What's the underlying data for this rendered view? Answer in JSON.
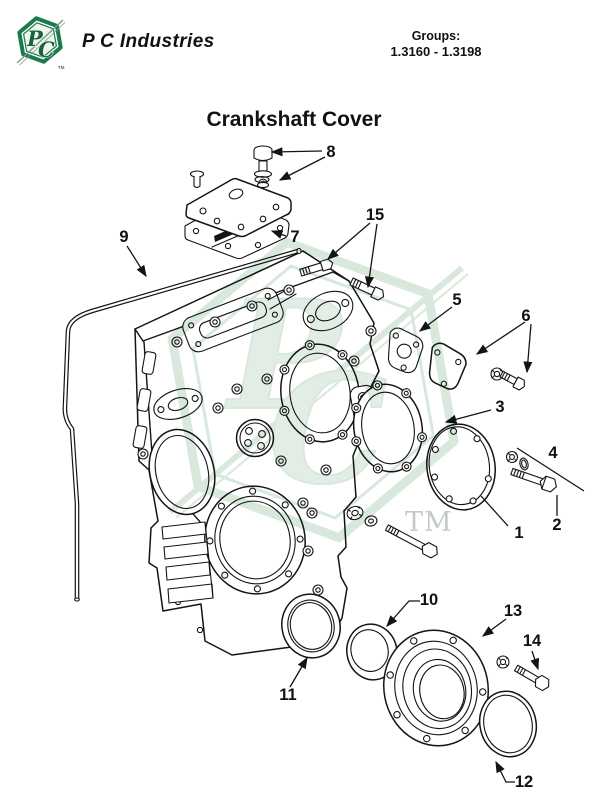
{
  "header": {
    "company": "P C Industries",
    "groups_label": "Groups:",
    "groups_value": "1.3160 - 1.3198",
    "logo": {
      "letter_p": "P",
      "letter_c": "C",
      "trademark": "TM"
    }
  },
  "title": "Crankshaft Cover",
  "watermark": {
    "letter_p": "P",
    "letter_c": "C",
    "trademark": "TM"
  },
  "colors": {
    "logo_green": "#1b7b4c",
    "logo_green_dark": "#14643c",
    "logo_fill": "#edf5ef",
    "shaft_gray": "#7e9a8c",
    "wm_stroke": "#d8e8dc",
    "wm_letter": "#e2eee5",
    "wm_tm": "#c3cbc4",
    "ink": "#141414"
  },
  "callouts": [
    {
      "part": "1"
    },
    {
      "part": "2"
    },
    {
      "part": "3"
    },
    {
      "part": "4"
    },
    {
      "part": "5"
    },
    {
      "part": "6"
    },
    {
      "part": "7"
    },
    {
      "part": "8"
    },
    {
      "part": "9"
    },
    {
      "part": "10"
    },
    {
      "part": "11"
    },
    {
      "part": "12"
    },
    {
      "part": "13"
    },
    {
      "part": "14"
    },
    {
      "part": "15"
    }
  ]
}
